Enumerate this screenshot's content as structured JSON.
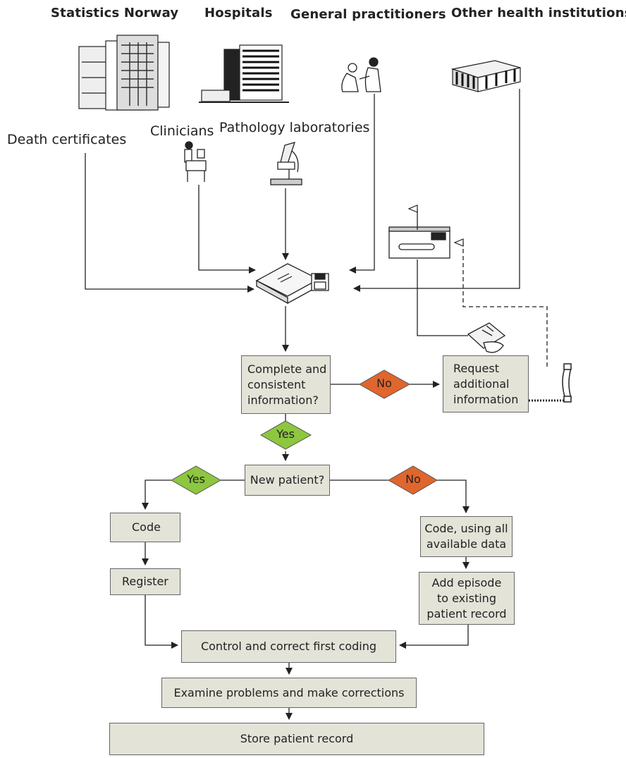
{
  "sources": {
    "statistics_norway": "Statistics Norway",
    "hospitals": "Hospitals",
    "general_practitioners": "General practitioners",
    "other_health_institutions": "Other health institutions"
  },
  "subsources": {
    "death_certificates": "Death certificates",
    "clinicians": "Clinicians",
    "pathology_laboratories": "Pathology laboratories"
  },
  "boxes": {
    "complete_consistent": "Complete and\nconsistent\ninformation?",
    "request_info": "Request\nadditional\ninformation",
    "new_patient": "New patient?",
    "code": "Code",
    "register": "Register",
    "code_all_data": "Code, using all\navailable data",
    "add_episode": "Add episode\nto existing\npatient record",
    "control_correct": "Control and correct first coding",
    "examine_problems": "Examine problems and make corrections",
    "store_record": "Store patient record"
  },
  "decisions": {
    "no_1": "No",
    "yes_1": "Yes",
    "yes_2": "Yes",
    "no_2": "No"
  },
  "colors": {
    "box_fill": "#e4e3d8",
    "yes_fill": "#8dc63f",
    "no_fill": "#e0662d"
  },
  "icons": {
    "statistics_norway": "office-building-icon",
    "hospitals": "hospital-building-icon",
    "general_practitioners": "doctor-patient-icon",
    "other_health_institutions": "institution-building-icon",
    "clinicians": "patient-bed-icon",
    "pathology_laboratories": "microscope-icon",
    "central": "computer-disk-icon",
    "mail": "mail-envelope-icon",
    "letter": "hand-letter-icon",
    "phone": "telephone-icon"
  }
}
